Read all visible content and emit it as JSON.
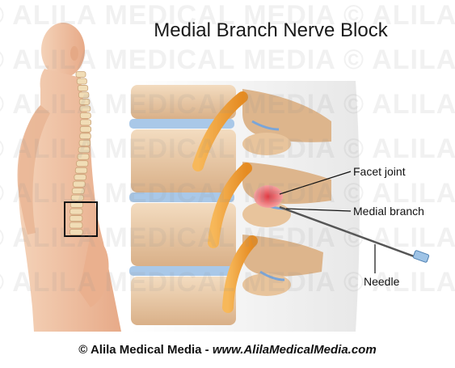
{
  "title": "Medial Branch Nerve Block",
  "labels": {
    "facet_joint": "Facet joint",
    "medial_branch": "Medial branch",
    "needle": "Needle"
  },
  "footer": {
    "copyright": "© Alila Medical Media - ",
    "website": "www.AlilaMedicalMedia.com"
  },
  "watermark_text": "© ALILA MEDICAL MEDIA © ALILA MEDICAL MEDIA",
  "colors": {
    "skin": "#f2c4a4",
    "bone": "#e9c89e",
    "disc": "#a9c8e8",
    "nerve": "#f2a23a",
    "inflammation": "#e0484e"
  }
}
